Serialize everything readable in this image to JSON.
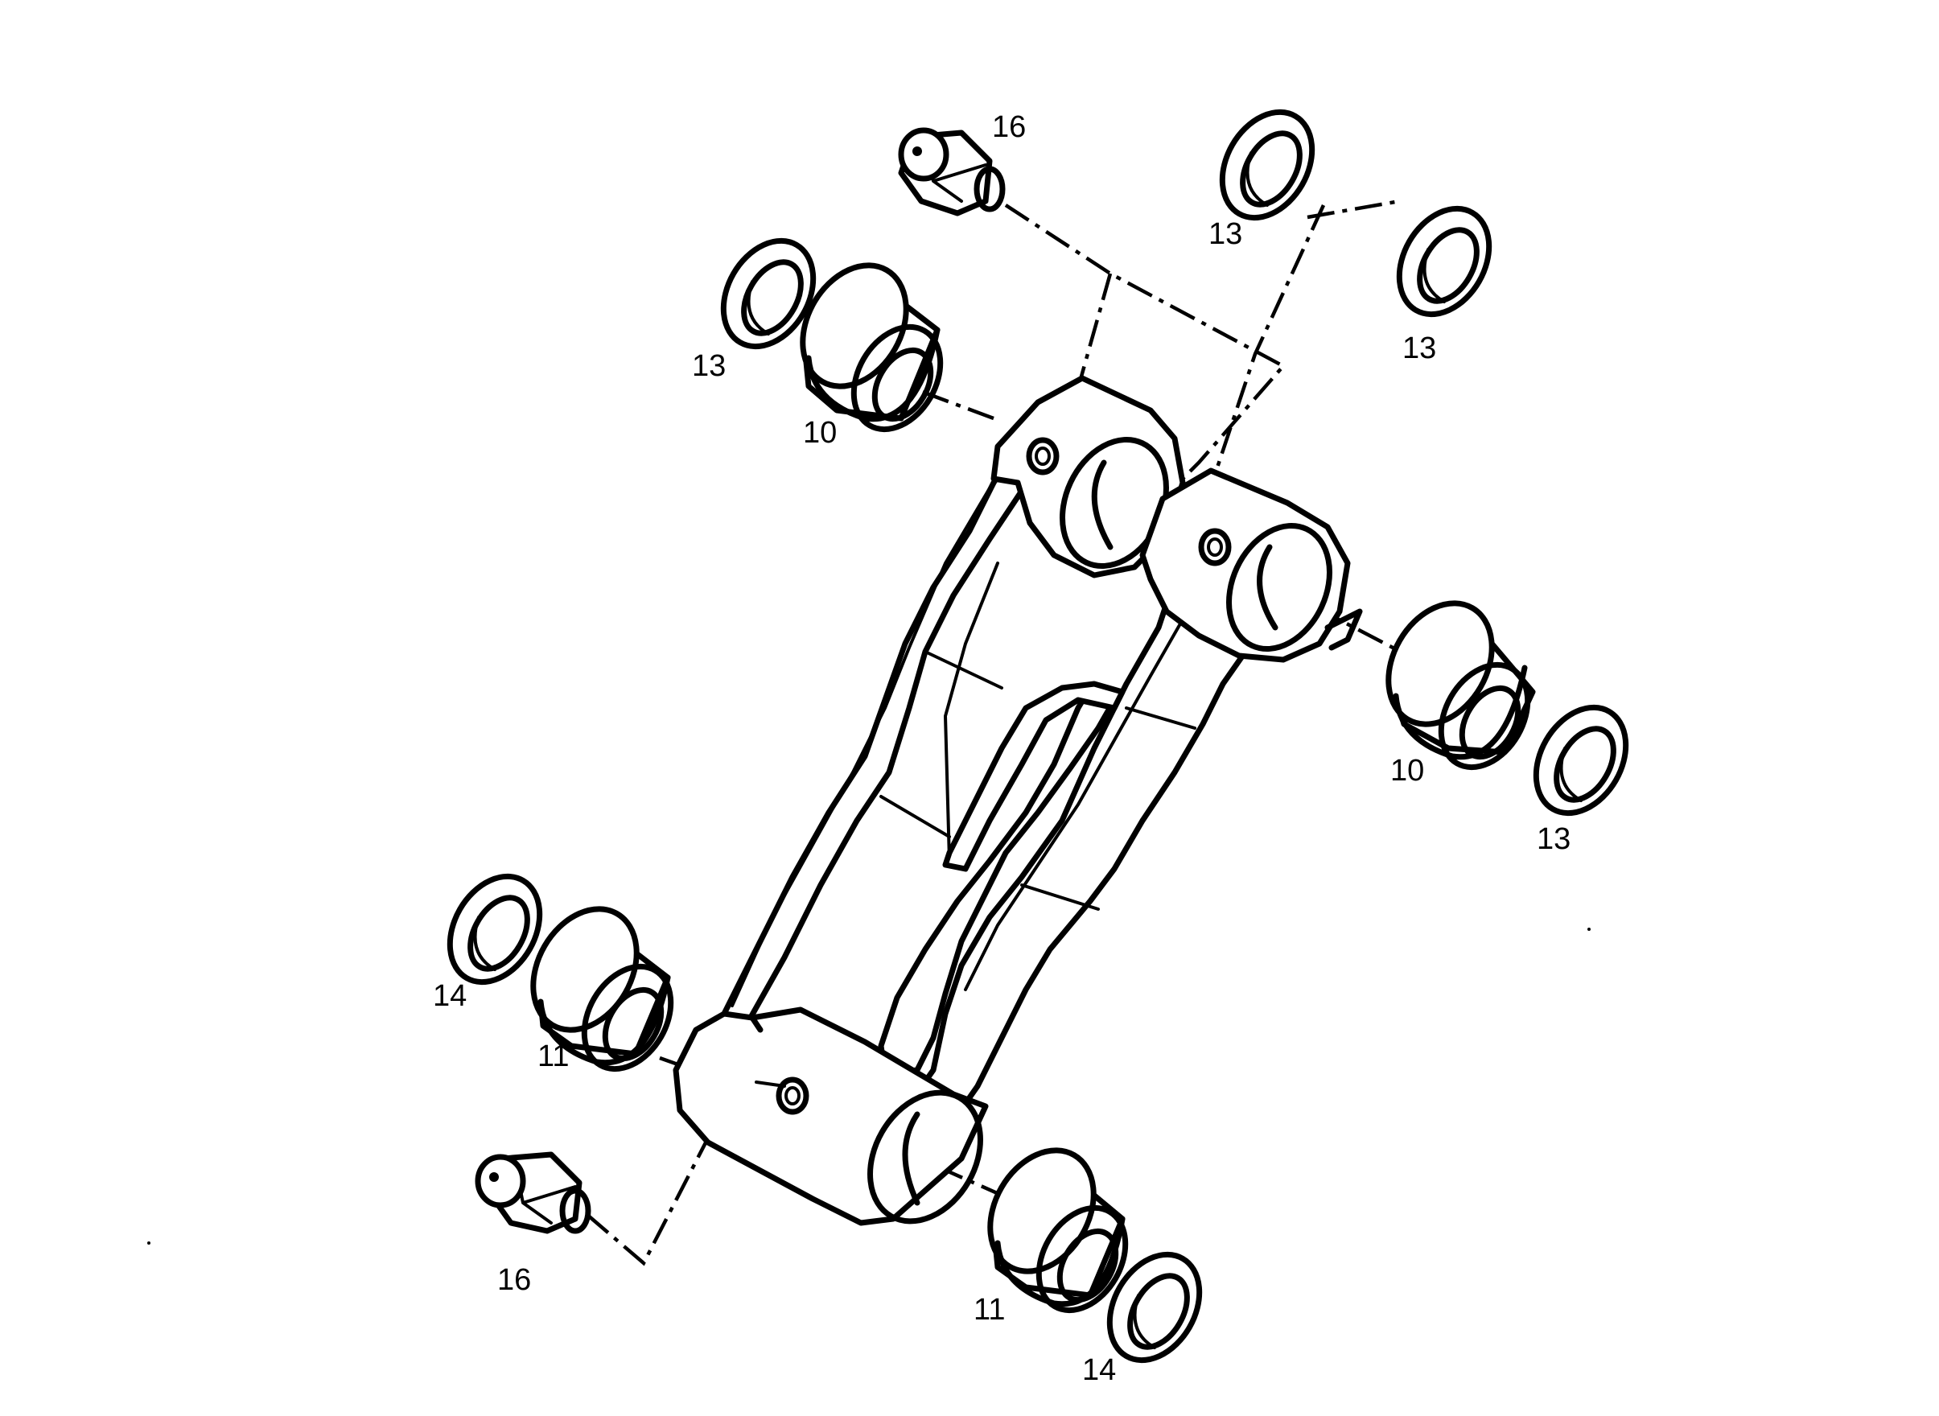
{
  "part_labels": {
    "nipple_top": "16",
    "seal_top_a": "13",
    "seal_top_b": "13",
    "seal_left": "13",
    "bush_left": "10",
    "bush_right": "10",
    "seal_right": "13",
    "seal_low_left": "14",
    "bush_low_left": "11",
    "nipple_bottom": "16",
    "bush_low_right": "11",
    "seal_low_right": "14"
  }
}
